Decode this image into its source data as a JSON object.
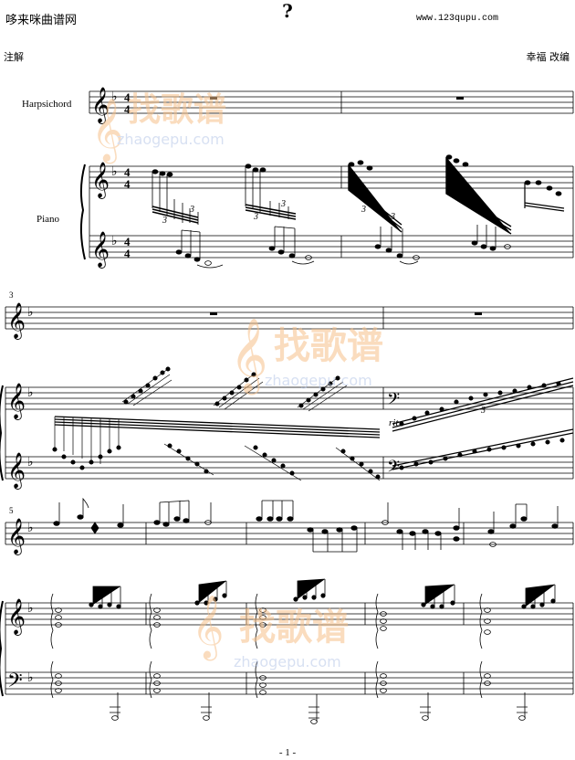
{
  "header": {
    "site_name": "哆来咪曲谱网",
    "title": "?",
    "site_url": "www.123qupu.com"
  },
  "score": {
    "subtitle": "注解",
    "arranger": "幸福 改编",
    "instruments": [
      "Harpsichord",
      "Piano"
    ],
    "measure_numbers": [
      "3",
      "5"
    ],
    "tempo_mark": "rit",
    "tuplet": "3",
    "time_signature": {
      "top": "4",
      "bottom": "4"
    }
  },
  "watermark": {
    "brand": "找歌谱",
    "domain": "zhaogepu.com"
  },
  "footer": {
    "page_label": "- 1 -"
  },
  "colors": {
    "ink": "#000000",
    "watermark_orange": "#f6c08a",
    "watermark_blue": "#b8c8e8"
  }
}
